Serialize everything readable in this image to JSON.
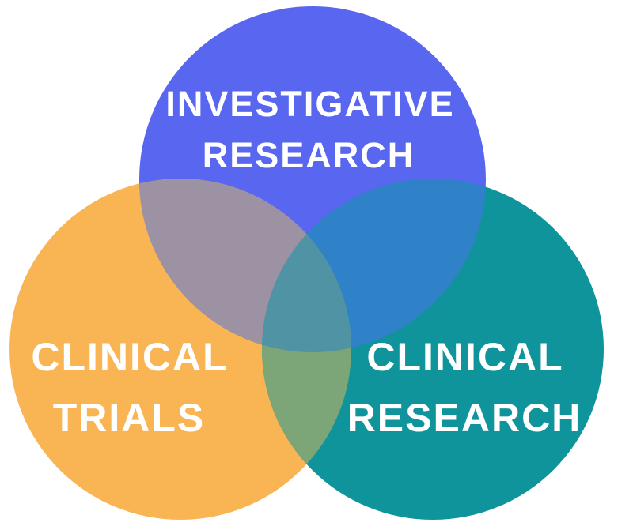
{
  "diagram": {
    "type": "venn-3-circles",
    "background_color": "#ffffff",
    "text_color": "#ffffff",
    "sets": [
      {
        "id": "investigative-research",
        "label_line1": "INVESTIGATIVE",
        "label_line2": "RESEARCH",
        "color": "#5866F0"
      },
      {
        "id": "clinical-trials",
        "label_line1": "CLINICAL",
        "label_line2": "TRIALS",
        "color": "#F9B554"
      },
      {
        "id": "clinical-research",
        "label_line1": "CLINICAL",
        "label_line2": "RESEARCH",
        "color": "#0F949B"
      }
    ],
    "overlap_colors": {
      "investigative_x_trials": "#9C92A3",
      "investigative_x_clinical_research": "#2F81C8",
      "trials_x_clinical_research": "#7DA678",
      "center": "#4F93A4"
    }
  }
}
